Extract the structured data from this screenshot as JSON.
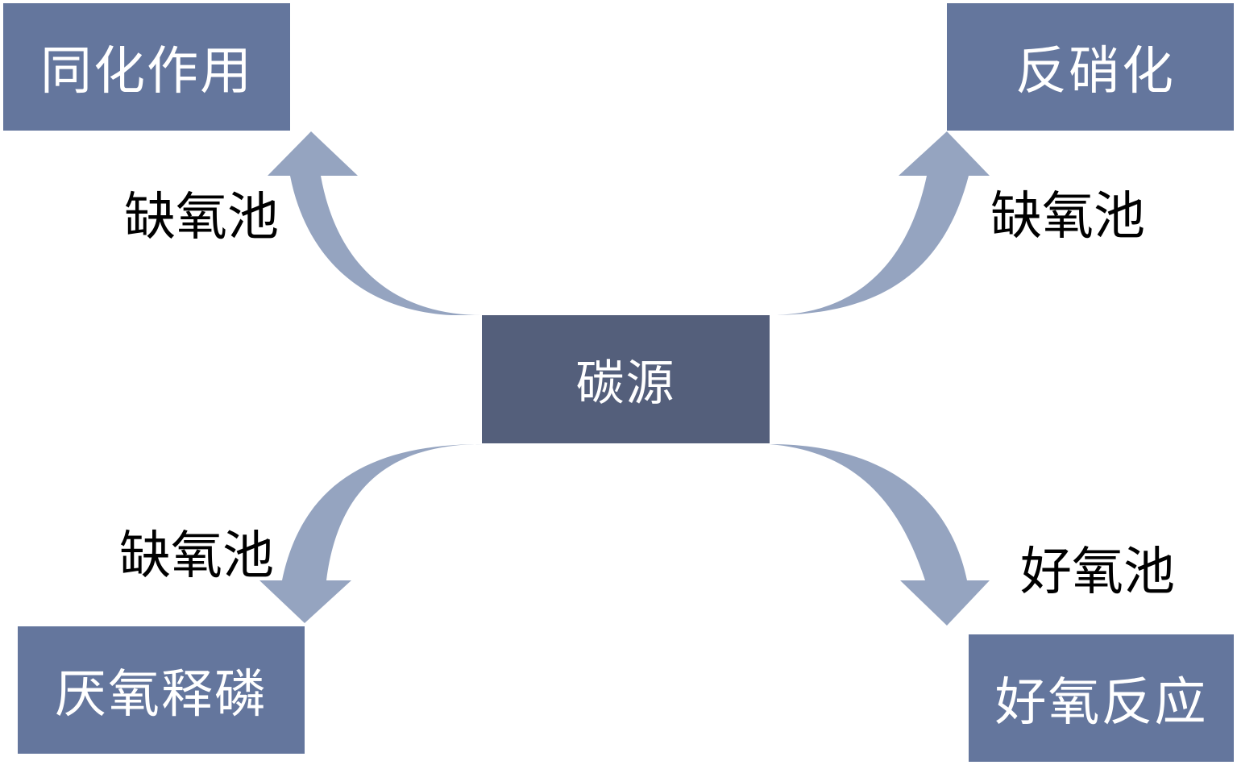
{
  "colors": {
    "outer_box": "#64769d",
    "center_box": "#545f7b",
    "arrow": "#95a4c0",
    "box_text": "#ffffff",
    "label_text": "#000000"
  },
  "center": {
    "label": "碳源"
  },
  "nodes": {
    "top_left": "同化作用",
    "top_right": "反硝化",
    "bottom_left": "厌氧释磷",
    "bottom_right": "好氧反应"
  },
  "edge_labels": {
    "top_left": "缺氧池",
    "top_right": "缺氧池",
    "bottom_left": "缺氧池",
    "bottom_right": "好氧池"
  }
}
